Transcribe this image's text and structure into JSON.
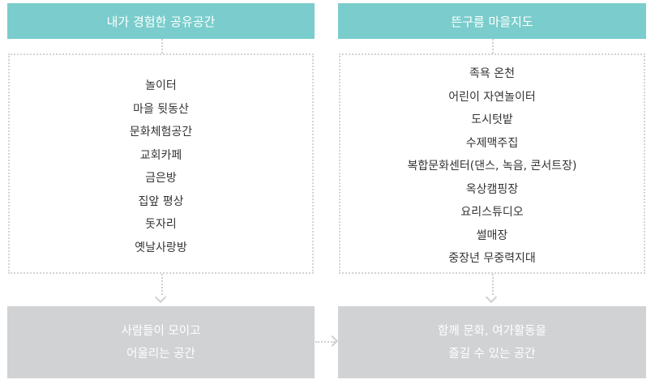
{
  "left": {
    "header": "내가 경험한 공유공간",
    "items": [
      "놀이터",
      "마을 뒷동산",
      "문화체험공간",
      "교회카페",
      "금은방",
      "집앞 평상",
      "돗자리",
      "옛날사랑방"
    ],
    "result": [
      "사람들이 모이고",
      "어울리는 공간"
    ]
  },
  "right": {
    "header": "뜬구름 마을지도",
    "items": [
      "족욕 온천",
      "어린이 자연놀이터",
      "도시텃밭",
      "수제맥주집",
      "복합문화센터(댄스, 녹음, 콘서트장)",
      "옥상캠핑장",
      "요리스튜디오",
      "썰매장",
      "중장년 무중력지대"
    ],
    "result": [
      "함께 문화, 여가활동을",
      "즐길 수 있는 공간"
    ]
  },
  "colors": {
    "header_bg": "#7acdcc",
    "result_bg": "#d1d2d4",
    "connector": "#cfcfcf"
  }
}
